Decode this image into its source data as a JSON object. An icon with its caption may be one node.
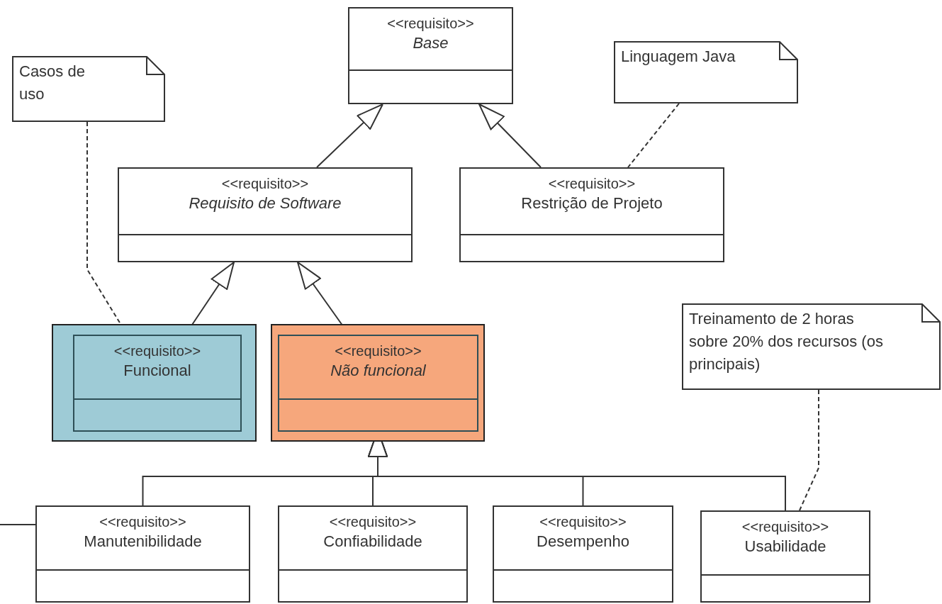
{
  "diagram": {
    "nodes": [
      {
        "text": [
          "Casos de uso"
        ]
      },
      {
        "text": [
          "<<requisito>>",
          "Base"
        ]
      },
      {
        "text": [
          "Linguagem Java"
        ]
      },
      {
        "text": [
          "<<requisito>>",
          "Requisito de Software"
        ]
      },
      {
        "text": [
          "<<requisito>>",
          "Restrição de Projeto"
        ]
      },
      {
        "text": [],
        "shape": "box"
      },
      {
        "text": [
          "<<requisito>>",
          "Funcional"
        ],
        "in": 5
      },
      {
        "text": [],
        "shape": "box"
      },
      {
        "text": [
          "<<requisito>>",
          "Não funcional"
        ],
        "in": 7
      },
      {
        "text": [
          "Treinamento de 2 horas sobre 20% dos recursos (os principais)"
        ]
      },
      {
        "text": [
          "<<requisito>>",
          "Manutenibilidade"
        ]
      },
      {
        "text": [
          "<<requisito>>",
          "Confiabilidade"
        ]
      },
      {
        "text": [
          "<<requisito>>",
          "Desempenho"
        ]
      },
      {
        "text": [
          "<<requisito>>",
          "Usabilidade"
        ]
      }
    ],
    "edges": [
      {
        "from": 3,
        "to": 1,
        "arrow": "to"
      },
      {
        "from": 4,
        "to": 1,
        "arrow": "to"
      },
      {
        "from": 6,
        "to": 3,
        "arrow": "to"
      },
      {
        "from": 8,
        "to": 3,
        "arrow": "to"
      },
      {
        "from": 10,
        "to": 8,
        "arrow": "to"
      },
      {
        "from": 11,
        "to": 8,
        "arrow": "to"
      },
      {
        "from": 12,
        "to": 8,
        "arrow": "to"
      },
      {
        "from": 13,
        "to": 8,
        "arrow": "to"
      },
      {
        "from": 0,
        "to": 6,
        "arrow": "none",
        "style": "dashed"
      },
      {
        "from": 2,
        "to": 4,
        "arrow": "none",
        "style": "dashed"
      },
      {
        "from": 9,
        "to": 13,
        "arrow": "none",
        "style": "dashed"
      },
      {
        "from": null,
        "to": 10,
        "arrow": "none"
      }
    ]
  }
}
